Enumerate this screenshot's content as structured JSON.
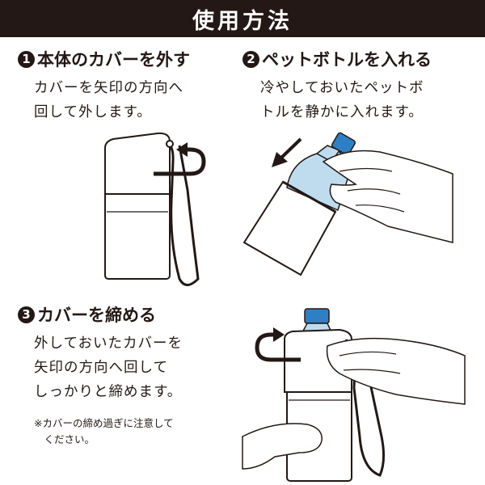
{
  "header": {
    "title": "使用方法"
  },
  "steps": [
    {
      "number": "1",
      "title": "本体のカバーを外す",
      "description": "カバーを矢印の方向へ\n回して外します。"
    },
    {
      "number": "2",
      "title": "ペットボトルを入れる",
      "description": "冷やしておいたペットボ\nトルを静かに入れます。"
    },
    {
      "number": "3",
      "title": "カバーを締める",
      "description": "外しておいたカバーを\n矢印の方向へ回して\nしっかりと締めます。"
    }
  ],
  "note": "※カバーの締め過ぎに注意して\n　ください。",
  "colors": {
    "dark": "#231815",
    "cap_blue": "#2f7fc4",
    "bottle_blue": "#bfdcef"
  }
}
